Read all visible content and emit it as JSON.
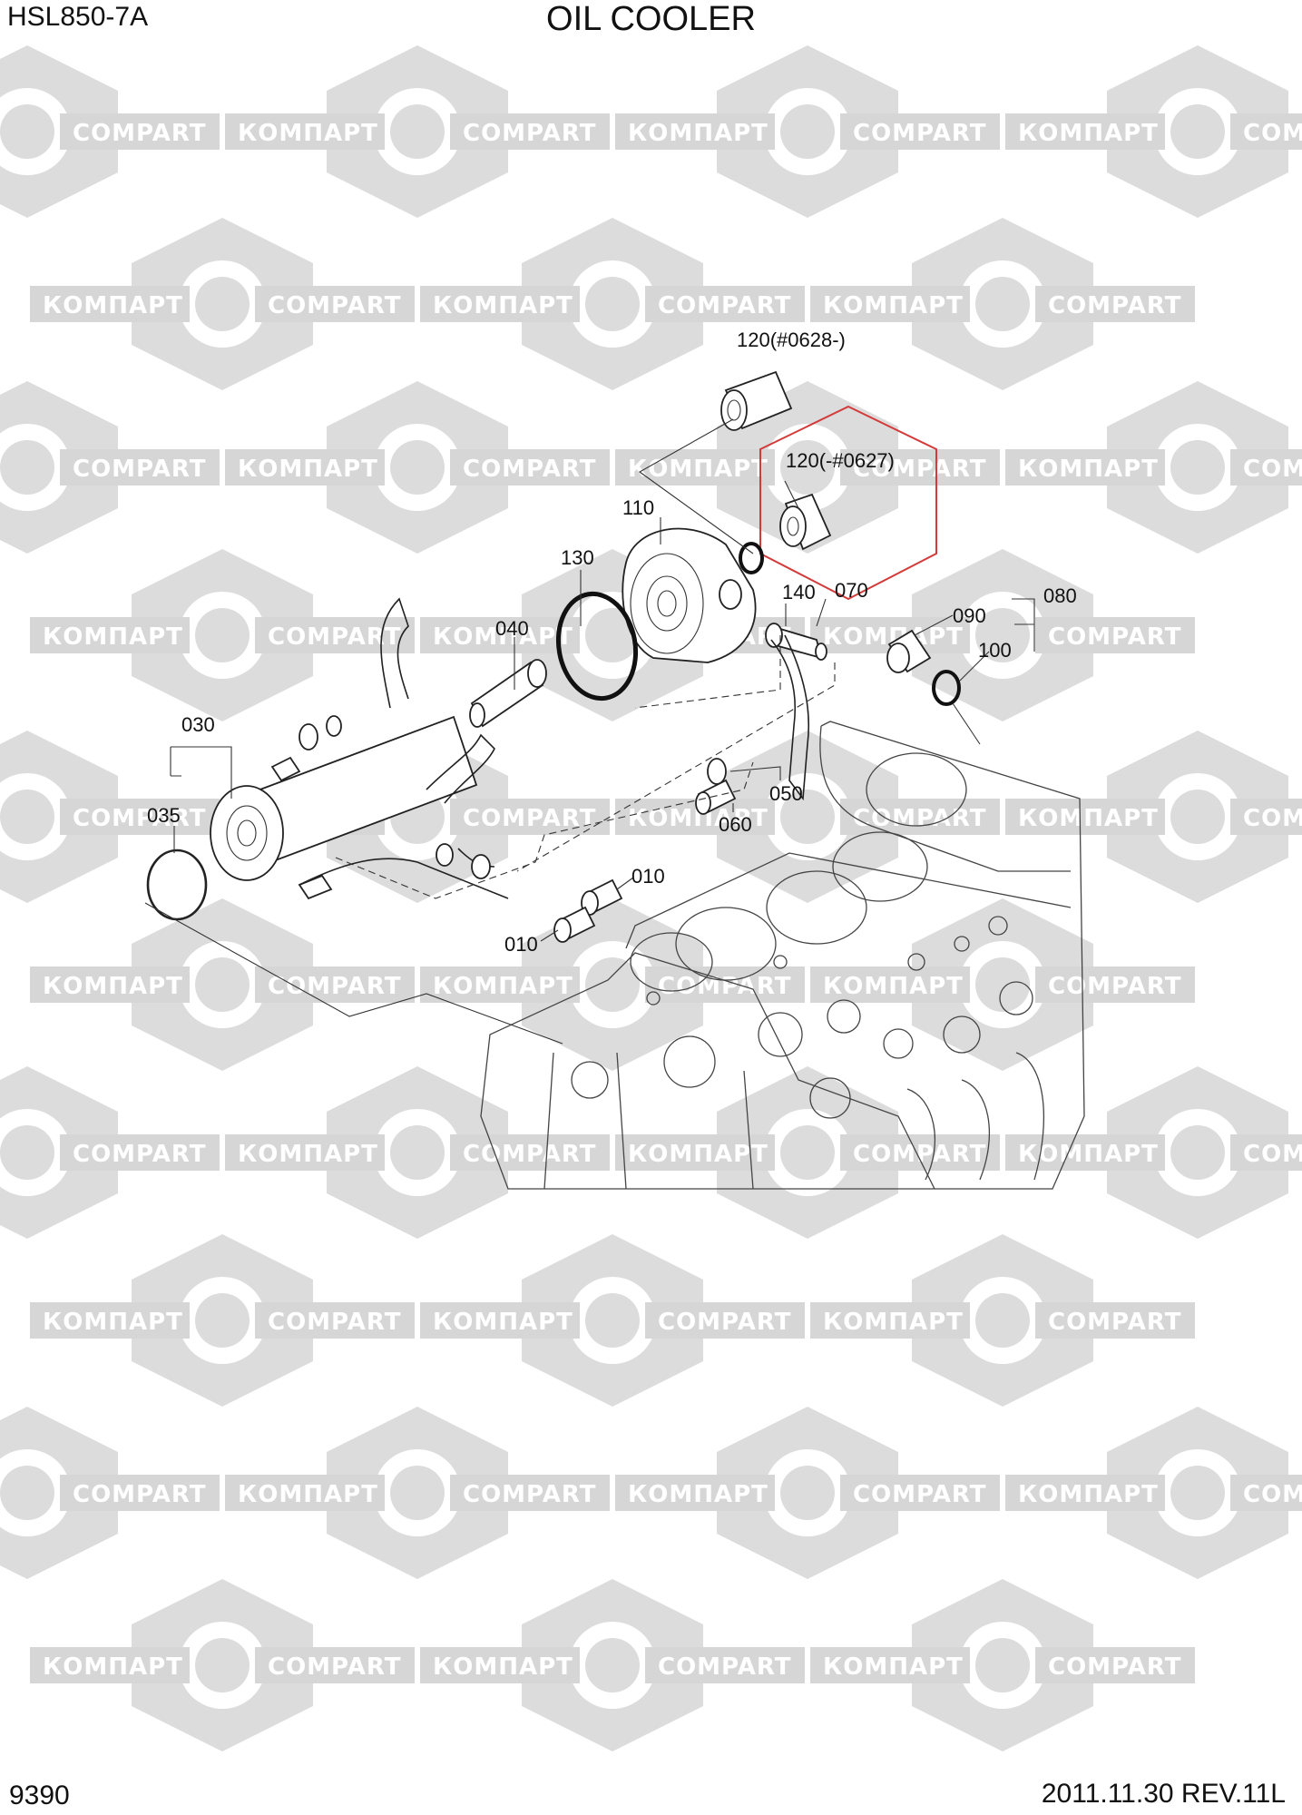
{
  "header": {
    "model": "HSL850-7A",
    "title": "OIL COOLER"
  },
  "footer": {
    "page_number": "9390",
    "date_revision": "2011.11.30  REV.11L"
  },
  "watermark": {
    "left_word": "КОМПАРТ",
    "right_word": "COMPART"
  },
  "callouts": [
    {
      "id": "c120a",
      "label": "120(#0628-)"
    },
    {
      "id": "c120b",
      "label": "120(-#0627)"
    },
    {
      "id": "c110",
      "label": "110"
    },
    {
      "id": "c130",
      "label": "130"
    },
    {
      "id": "c140",
      "label": "140"
    },
    {
      "id": "c070",
      "label": "070"
    },
    {
      "id": "c080",
      "label": "080"
    },
    {
      "id": "c090",
      "label": "090"
    },
    {
      "id": "c100",
      "label": "100"
    },
    {
      "id": "c040",
      "label": "040"
    },
    {
      "id": "c030",
      "label": "030"
    },
    {
      "id": "c035",
      "label": "035"
    },
    {
      "id": "c050",
      "label": "050"
    },
    {
      "id": "c060",
      "label": "060"
    },
    {
      "id": "c010a",
      "label": "010"
    },
    {
      "id": "c010b",
      "label": "010"
    }
  ],
  "colors": {
    "highlight": "#d33b3b",
    "watermark": "#d9d9d9",
    "ink": "#111111"
  }
}
